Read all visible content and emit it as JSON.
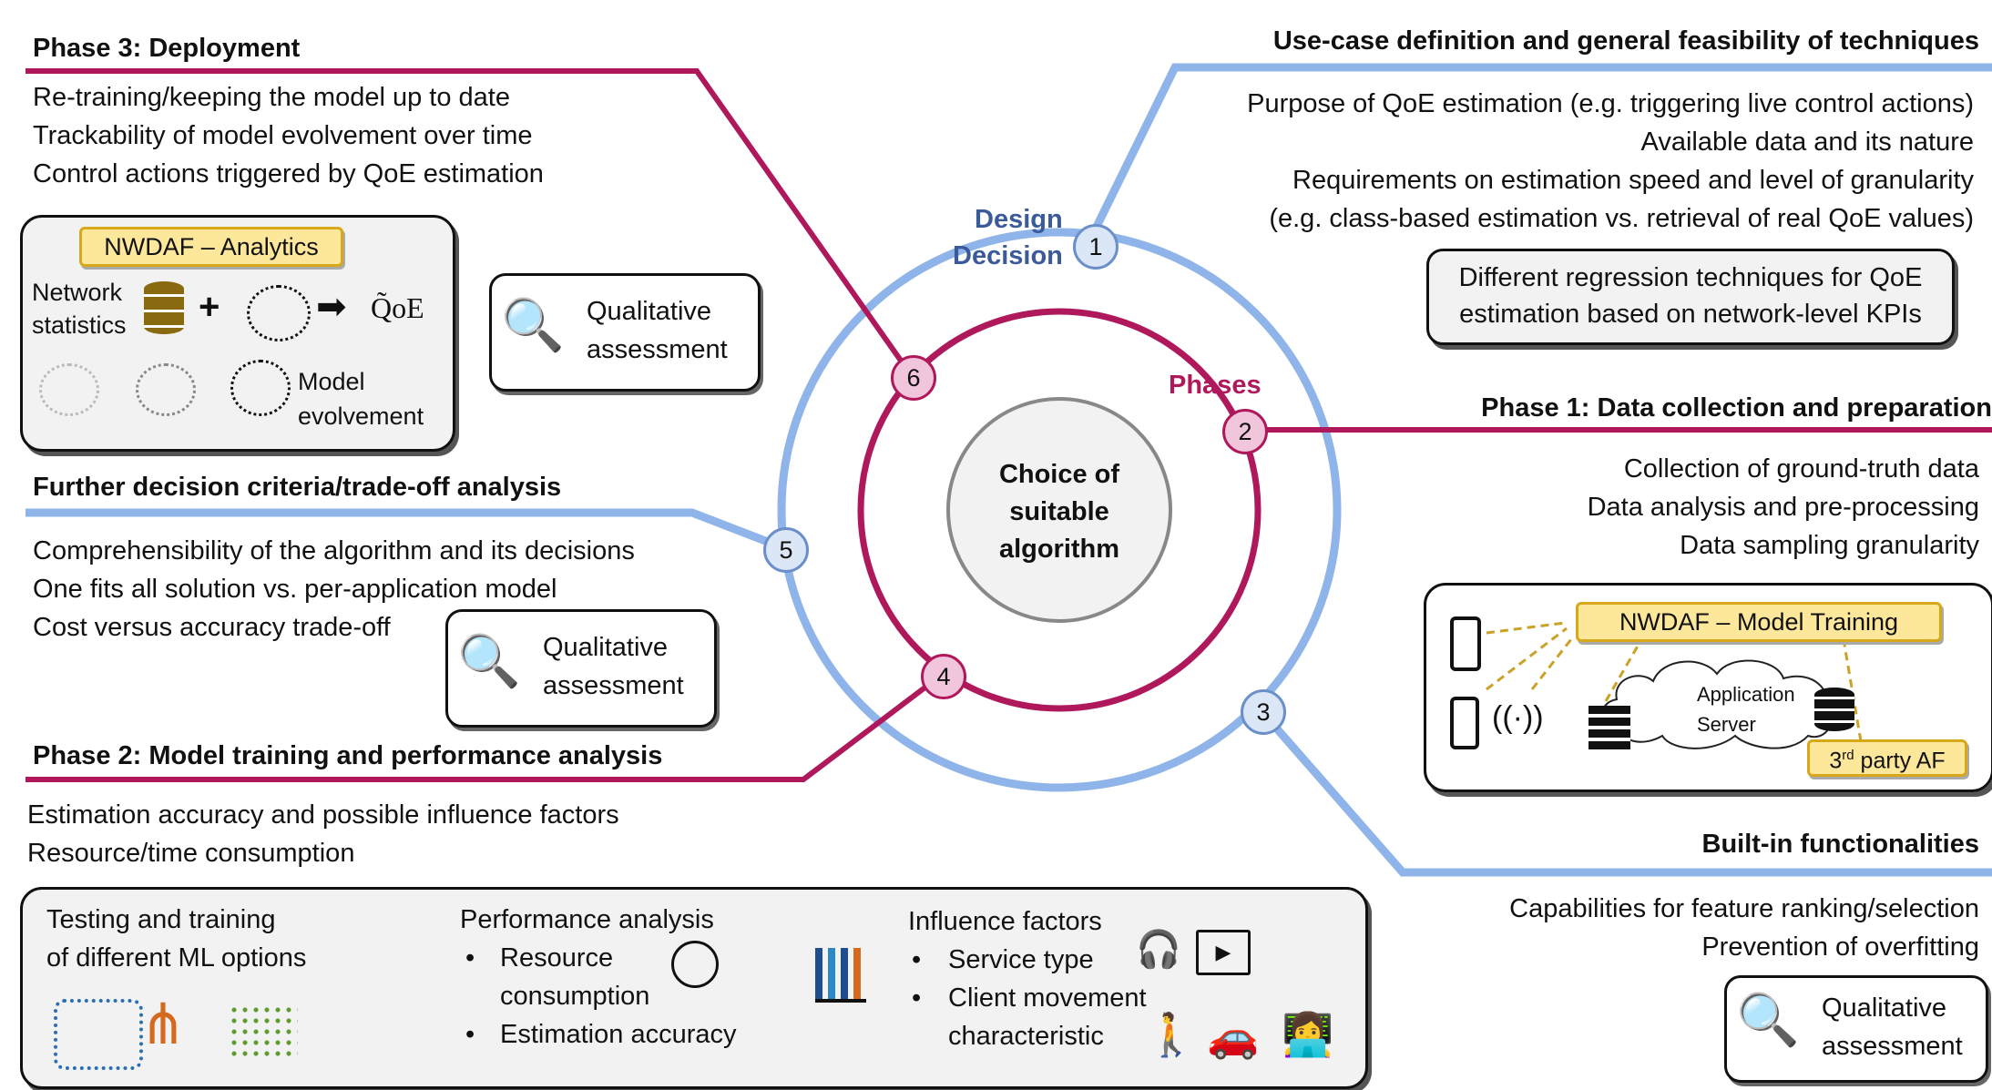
{
  "center": {
    "line1": "Choice of",
    "line2": "suitable",
    "line3": "algorithm"
  },
  "rings": {
    "outer_label_1": "Design",
    "outer_label_2": "Decision",
    "inner_label": "Phases"
  },
  "markers": [
    "1",
    "2",
    "3",
    "4",
    "5",
    "6"
  ],
  "sections": {
    "usecase": {
      "title": "Use-case definition and general feasibility of techniques",
      "lines": [
        "Purpose of QoE estimation (e.g. triggering live control actions)",
        "Available data and its nature",
        "Requirements on estimation speed and level of granularity",
        "(e.g. class-based estimation vs. retrieval of real QoE values)"
      ],
      "box": [
        "Different regression techniques for QoE",
        "estimation based on network-level KPIs"
      ]
    },
    "phase1": {
      "title": "Phase 1: Data collection and preparation",
      "lines": [
        "Collection of ground-truth data",
        "Data analysis and pre-processing",
        "Data sampling granularity"
      ],
      "nwdaf": "NWDAF – Model Training",
      "server_1": "Application",
      "server_2": "Server",
      "af_pre": "3",
      "af_sup": "rd",
      "af_post": " party AF"
    },
    "builtin": {
      "title": "Built-in functionalities",
      "lines": [
        "Capabilities for feature ranking/selection",
        "Prevention of overfitting"
      ]
    },
    "phase3": {
      "title": "Phase 3: Deployment",
      "lines": [
        "Re-training/keeping the model up to date",
        "Trackability of model evolvement over time",
        "Control actions triggered by QoE estimation"
      ],
      "nwdaf": "NWDAF – Analytics",
      "net_1": "Network",
      "net_2": "statistics",
      "qoe": "Q̃oE",
      "evo_1": "Model",
      "evo_2": "evolvement"
    },
    "further": {
      "title": "Further decision criteria/trade-off analysis",
      "lines": [
        "Comprehensibility of the algorithm and its decisions",
        "One fits all solution vs. per-application model",
        "Cost versus accuracy trade-off"
      ]
    },
    "phase2": {
      "title": "Phase 2: Model training and performance analysis",
      "lines": [
        "Estimation accuracy and possible influence factors",
        "Resource/time consumption"
      ],
      "testing_1": "Testing and training",
      "testing_2": "of different ML options",
      "perf_title": "Performance analysis",
      "perf_1a": "Resource",
      "perf_1b": "consumption",
      "perf_2": "Estimation accuracy",
      "infl_title": "Influence factors",
      "infl_1": "Service type",
      "infl_2a": "Client movement",
      "infl_2b": "characteristic"
    }
  },
  "qualitative": {
    "line1": "Qualitative",
    "line2": "assessment"
  },
  "bullet": "•",
  "colors": {
    "blue": "#8fb4ea",
    "magenta": "#b0185c",
    "pink_fill": "#f1c6dc",
    "blue_fill": "#dbe6f7",
    "yellow": "#fde79a"
  }
}
